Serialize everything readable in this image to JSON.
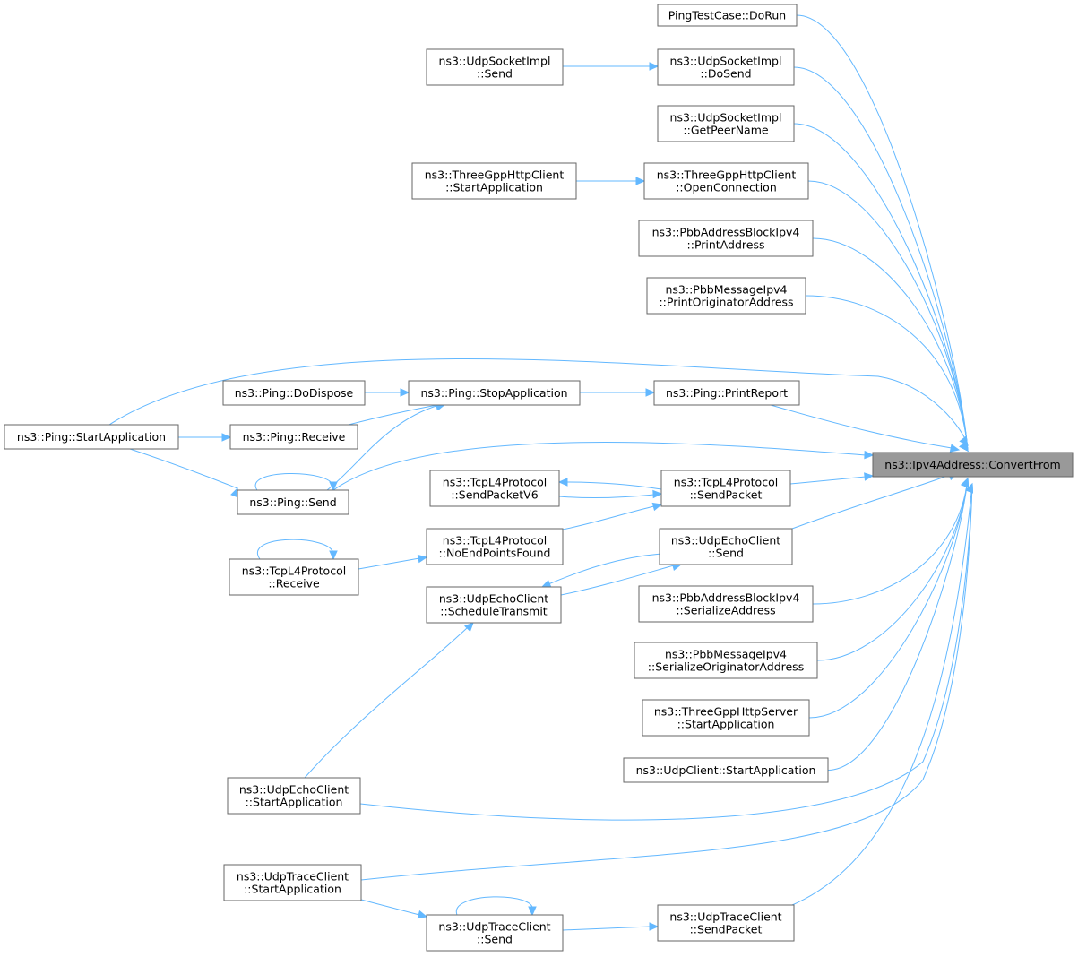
{
  "colors": {
    "edge": "#63b8ff",
    "node_border": "#666666",
    "node_fill": "#ffffff",
    "root_fill": "#999999"
  },
  "nodes": {
    "root": [
      "ns3::Ipv4Address::ConvertFrom"
    ],
    "ping_dorun": [
      "PingTestCase::DoRun"
    ],
    "udpsock_send": [
      "ns3::UdpSocketImpl",
      "::Send"
    ],
    "udpsock_dosend": [
      "ns3::UdpSocketImpl",
      "::DoSend"
    ],
    "udpsock_getpeer": [
      "ns3::UdpSocketImpl",
      "::GetPeerName"
    ],
    "http_start": [
      "ns3::ThreeGppHttpClient",
      "::StartApplication"
    ],
    "http_open": [
      "ns3::ThreeGppHttpClient",
      "::OpenConnection"
    ],
    "pbb_printaddr": [
      "ns3::PbbAddressBlockIpv4",
      "::PrintAddress"
    ],
    "pbb_printorig": [
      "ns3::PbbMessageIpv4",
      "::PrintOriginatorAddress"
    ],
    "ping_start": [
      "ns3::Ping::StartApplication"
    ],
    "ping_dispose": [
      "ns3::Ping::DoDispose"
    ],
    "ping_stop": [
      "ns3::Ping::StopApplication"
    ],
    "ping_report": [
      "ns3::Ping::PrintReport"
    ],
    "ping_receive": [
      "ns3::Ping::Receive"
    ],
    "ping_send": [
      "ns3::Ping::Send"
    ],
    "tcp_sendv6": [
      "ns3::TcpL4Protocol",
      "::SendPacketV6"
    ],
    "tcp_sendpacket": [
      "ns3::TcpL4Protocol",
      "::SendPacket"
    ],
    "tcp_noend": [
      "ns3::TcpL4Protocol",
      "::NoEndPointsFound"
    ],
    "tcp_receive": [
      "ns3::TcpL4Protocol",
      "::Receive"
    ],
    "echo_send": [
      "ns3::UdpEchoClient",
      "::Send"
    ],
    "echo_schedule": [
      "ns3::UdpEchoClient",
      "::ScheduleTransmit"
    ],
    "pbb_serialaddr": [
      "ns3::PbbAddressBlockIpv4",
      "::SerializeAddress"
    ],
    "pbb_serialorig": [
      "ns3::PbbMessageIpv4",
      "::SerializeOriginatorAddress"
    ],
    "httpserver_start": [
      "ns3::ThreeGppHttpServer",
      "::StartApplication"
    ],
    "udpclient_start": [
      "ns3::UdpClient::StartApplication"
    ],
    "echo_start": [
      "ns3::UdpEchoClient",
      "::StartApplication"
    ],
    "trace_start": [
      "ns3::UdpTraceClient",
      "::StartApplication"
    ],
    "trace_send": [
      "ns3::UdpTraceClient",
      "::Send"
    ],
    "trace_sendpacket": [
      "ns3::UdpTraceClient",
      "::SendPacket"
    ]
  },
  "edges": [
    [
      "ping_dorun",
      "root"
    ],
    [
      "udpsock_send",
      "udpsock_dosend"
    ],
    [
      "udpsock_dosend",
      "root"
    ],
    [
      "udpsock_getpeer",
      "root"
    ],
    [
      "http_start",
      "http_open"
    ],
    [
      "http_open",
      "root"
    ],
    [
      "pbb_printaddr",
      "root"
    ],
    [
      "pbb_printorig",
      "root"
    ],
    [
      "ping_start",
      "root"
    ],
    [
      "ping_start",
      "ping_receive"
    ],
    [
      "ping_start",
      "ping_send"
    ],
    [
      "ping_dispose",
      "ping_stop"
    ],
    [
      "ping_stop",
      "ping_report"
    ],
    [
      "ping_receive",
      "ping_stop"
    ],
    [
      "ping_send",
      "ping_stop"
    ],
    [
      "ping_send",
      "ping_send"
    ],
    [
      "ping_send",
      "root"
    ],
    [
      "ping_report",
      "root"
    ],
    [
      "tcp_sendpacket",
      "tcp_sendv6"
    ],
    [
      "tcp_sendv6",
      "tcp_sendpacket"
    ],
    [
      "tcp_sendpacket",
      "root"
    ],
    [
      "tcp_noend",
      "tcp_sendpacket"
    ],
    [
      "tcp_receive",
      "tcp_noend"
    ],
    [
      "tcp_receive",
      "tcp_receive"
    ],
    [
      "echo_send",
      "echo_schedule"
    ],
    [
      "echo_schedule",
      "echo_send"
    ],
    [
      "echo_send",
      "root"
    ],
    [
      "echo_start",
      "echo_schedule"
    ],
    [
      "echo_start",
      "root"
    ],
    [
      "pbb_serialaddr",
      "root"
    ],
    [
      "pbb_serialorig",
      "root"
    ],
    [
      "httpserver_start",
      "root"
    ],
    [
      "udpclient_start",
      "root"
    ],
    [
      "trace_start",
      "root"
    ],
    [
      "trace_start",
      "trace_send"
    ],
    [
      "trace_send",
      "trace_send"
    ],
    [
      "trace_send",
      "trace_sendpacket"
    ],
    [
      "trace_sendpacket",
      "root"
    ]
  ]
}
